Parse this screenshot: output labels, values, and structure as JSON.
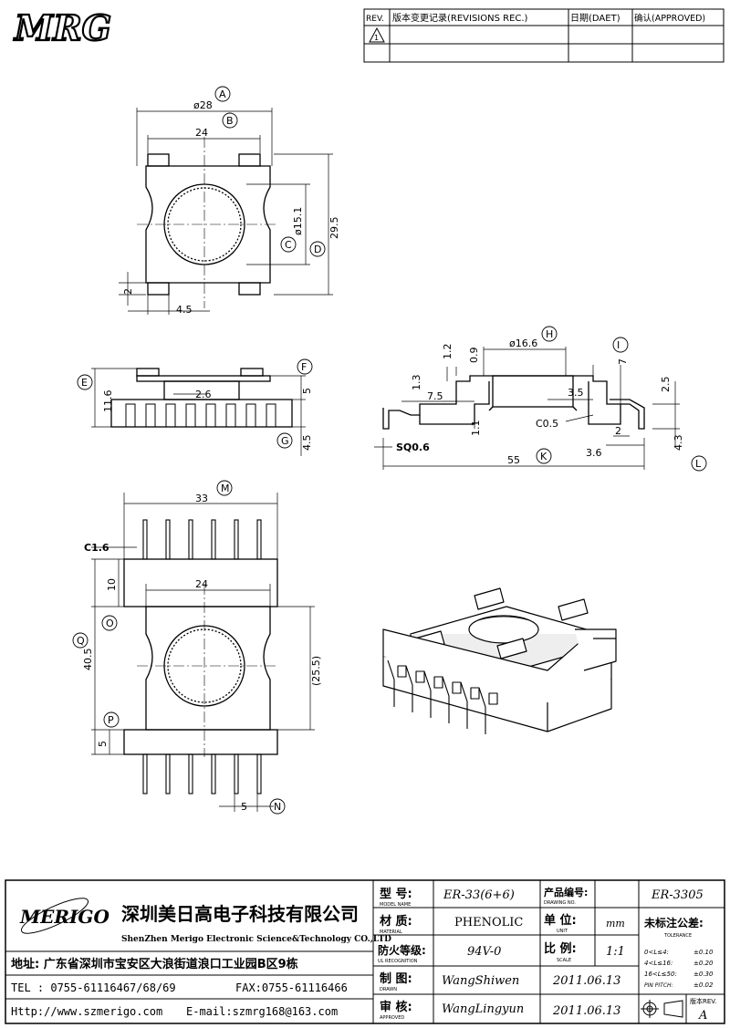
{
  "logo_top": "MRG",
  "revision_table": {
    "headers": [
      "REV.",
      "版本变更记录(REVISIONS REC.)",
      "日期(DAET)",
      "确认(APPROVED)"
    ],
    "rev_symbol": "1"
  },
  "views": {
    "top": {
      "labels": [
        "A",
        "B",
        "C",
        "D"
      ],
      "dims": [
        "ø28",
        "24",
        "ø15.1",
        "29.5",
        "2",
        "4.5"
      ]
    },
    "front": {
      "labels": [
        "E",
        "F",
        "G"
      ],
      "dims": [
        "11.6",
        "2.6",
        "5",
        "4.5"
      ]
    },
    "side": {
      "labels": [
        "H",
        "I",
        "K",
        "L"
      ],
      "dims": [
        "1.2",
        "0.9",
        "ø16.6",
        "7",
        "1.3",
        "7.5",
        "3.5",
        "2.5",
        "1.1",
        "C0.5",
        "2",
        "4.3",
        "SQ0.6",
        "3.6",
        "55"
      ]
    },
    "bottom": {
      "labels": [
        "M",
        "O",
        "P",
        "Q",
        "N"
      ],
      "dims": [
        "33",
        "C1.6",
        "10",
        "24",
        "40.5",
        "(25.5)",
        "5",
        "5"
      ]
    }
  },
  "title_block": {
    "company_logo": "MERIGO",
    "company_cn": "深圳美日高电子科技有限公司",
    "company_en": "ShenZhen Merigo Electronic Science&Technology CO.,LTD",
    "address": "地址: 广东省深圳市宝安区大浪街道浪口工业园B区9栋",
    "tel": "TEL : 0755-61116467/68/69",
    "fax": "FAX:0755-61116466",
    "http": "Http://www.szmerigo.com",
    "email": "E-mail:szmrg168@163.com",
    "model_label_cn": "型 号:",
    "model_label_en": "MODEL NAME",
    "model_value": "ER-33(6+6)",
    "material_label_cn": "材 质:",
    "material_label_en": "MATERIAL",
    "material_value": "PHENOLIC",
    "ul_label_cn": "防火等级:",
    "ul_label_en": "UL RECOGNITION",
    "ul_value": "94V-0",
    "drawn_label_cn": "制 图:",
    "drawn_label_en": "DRAWN",
    "drawn_value": "WangShiwen",
    "drawn_date": "2011.06.13",
    "approved_label_cn": "审 核:",
    "approved_label_en": "APPROVED",
    "approved_value": "WangLingyun",
    "approved_date": "2011.06.13",
    "drawing_no_label_cn": "产品编号:",
    "drawing_no_label_en": "DRAWING NO.",
    "drawing_no_value": "ER-3305",
    "unit_label_cn": "单 位:",
    "unit_label_en": "UNIT",
    "unit_value": "mm",
    "scale_label_cn": "比 例:",
    "scale_label_en": "SCALE",
    "scale_value": "1:1",
    "tolerance_title": "未标注公差:",
    "tolerance_sub": "TOLERANCE",
    "tolerance_rows": [
      {
        "range": "0<L≤4:",
        "value": "±0.10"
      },
      {
        "range": "4<L≤16:",
        "value": "±0.20"
      },
      {
        "range": "16<L≤50:",
        "value": "±0.30"
      },
      {
        "range": "PIN PITCH:",
        "value": "±0.02"
      }
    ],
    "version_label": "版本REV.",
    "version_value": "A"
  }
}
